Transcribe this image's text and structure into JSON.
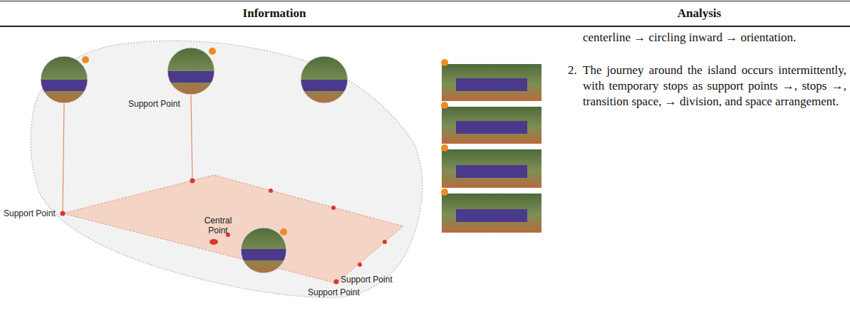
{
  "diagram": {
    "labels": [
      "Information",
      "Analysis",
      "centerline → circling inward → orientation.",
      "2.",
      "The journey around the island occurs intermittently, with temporary stops as support points →, stops →, transition space, → division, and space arrangement.",
      "Support Point",
      "Support Point",
      "Central Point",
      "Support Point",
      "Support Point"
    ]
  }
}
